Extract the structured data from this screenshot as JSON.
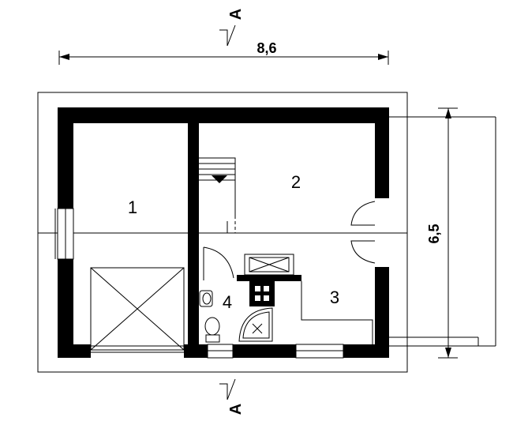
{
  "plan": {
    "section_marks": {
      "top": "A",
      "bottom": "A"
    },
    "dimensions": {
      "width": "8,6",
      "depth": "6,5"
    },
    "rooms": [
      {
        "number": "1"
      },
      {
        "number": "2"
      },
      {
        "number": "3"
      },
      {
        "number": "4"
      }
    ]
  }
}
